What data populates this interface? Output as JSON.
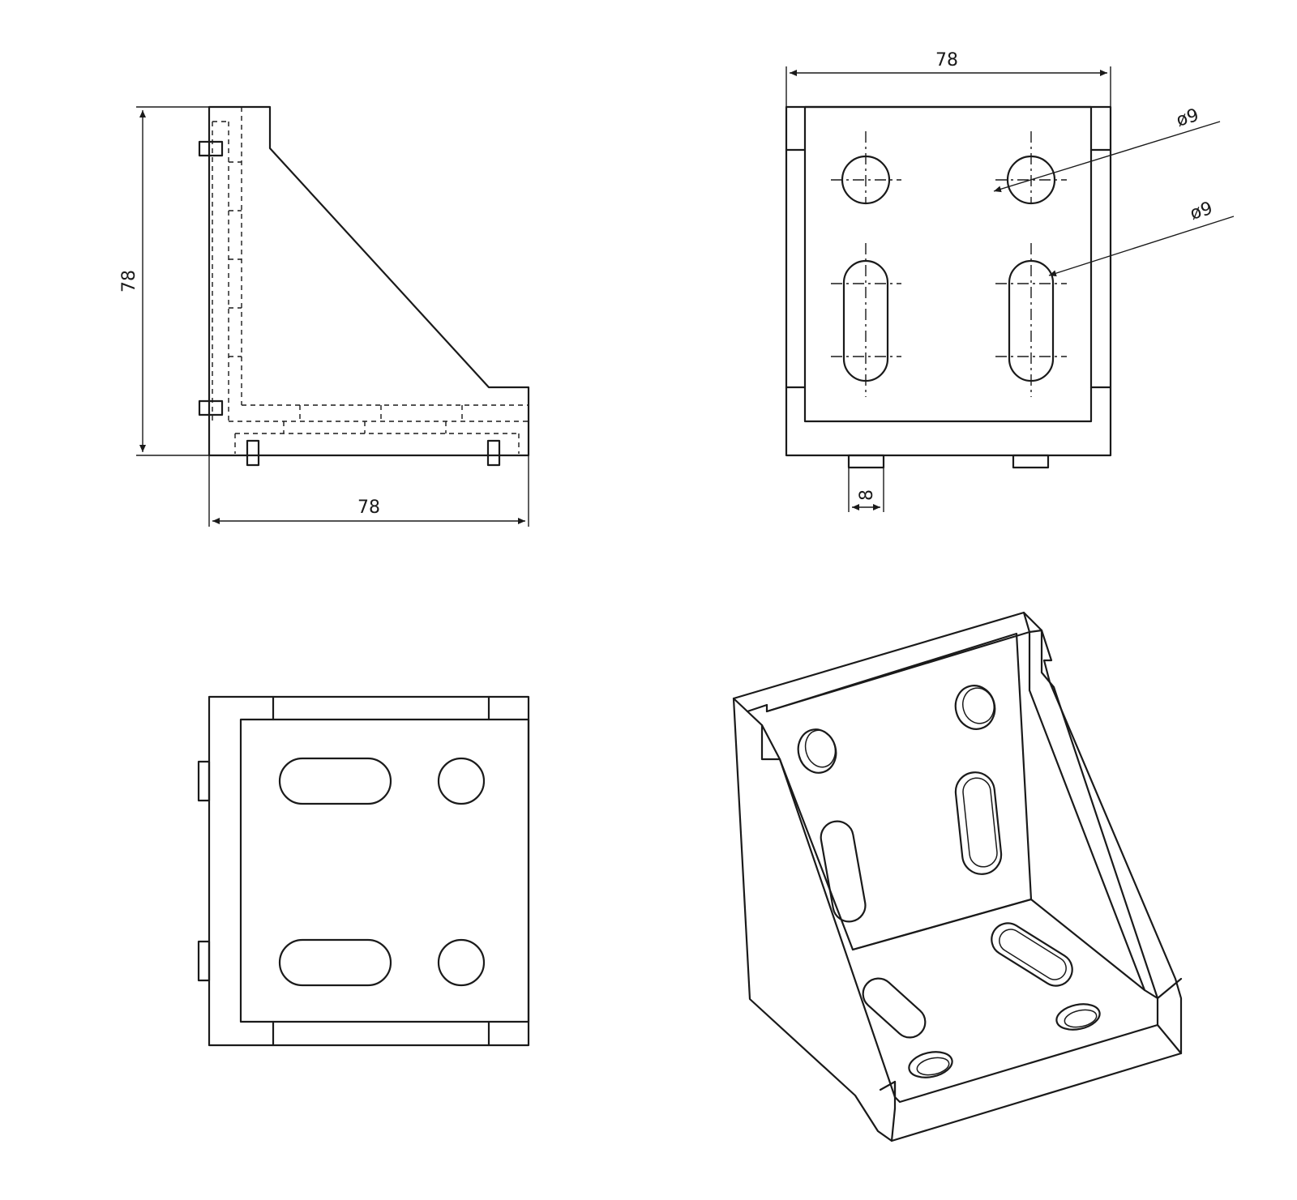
{
  "side_view": {
    "height_label": "78",
    "width_label": "78"
  },
  "front_view": {
    "width_label": "78",
    "hole_label": "ø9",
    "slot_label": "ø9",
    "key_label": "8"
  },
  "colors": {
    "line": "#1a1a1a",
    "background": "#ffffff"
  }
}
